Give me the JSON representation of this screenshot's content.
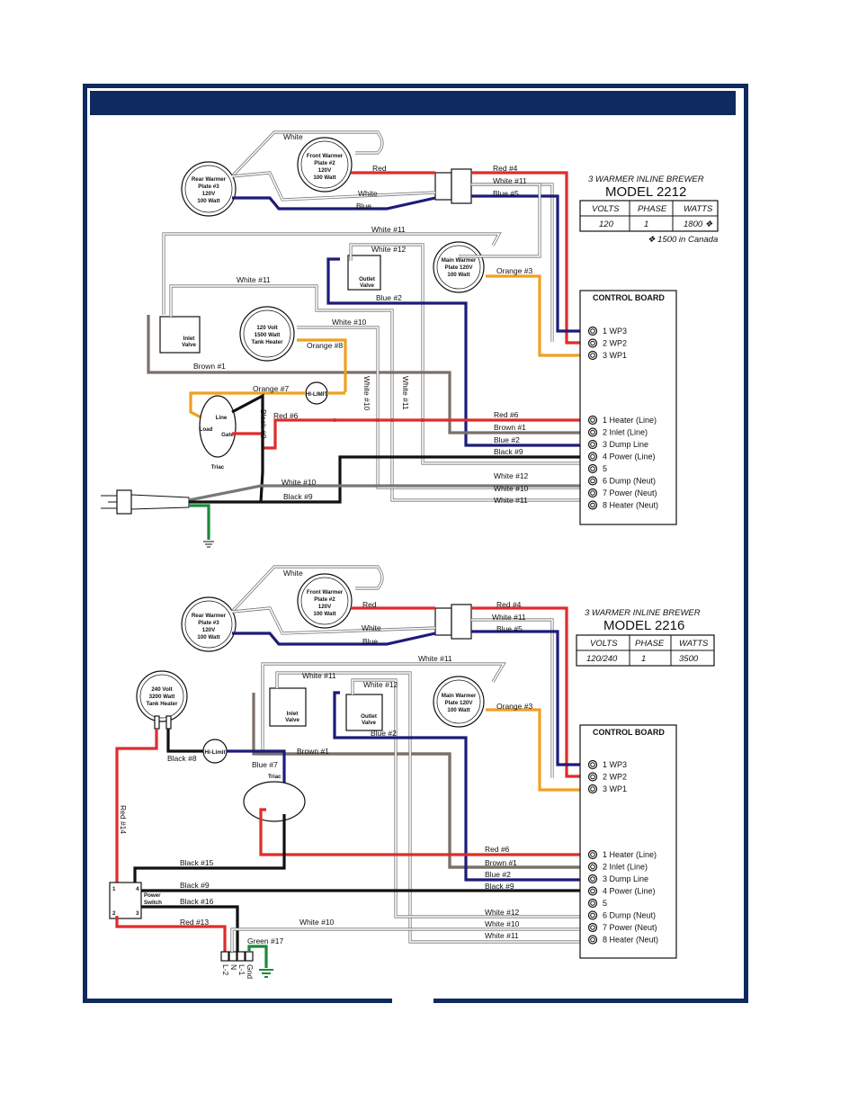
{
  "colors": {
    "frame": "#0e2a5e",
    "red": "#e02b2b",
    "blue": "#1d1b7a",
    "orange": "#f0a020",
    "brown": "#7a7069",
    "black": "#111111",
    "green": "#1a8a3a",
    "white_wire": "#888888"
  },
  "top": {
    "heading": "3 WARMER INLINE BREWER",
    "model": "MODEL 2212",
    "table": {
      "headers": [
        "VOLTS",
        "PHASE",
        "WATTS"
      ],
      "row": [
        "120",
        "1",
        "1800 ❖"
      ]
    },
    "footnote": "❖ 1500 in Canada",
    "control_board": "CONTROL BOARD",
    "terminals_top": [
      "1 WP3",
      "2 WP2",
      "3 WP1"
    ],
    "terminals_main": [
      "1 Heater (Line)",
      "2 Inlet (Line)",
      "3 Dump Line",
      "4 Power (Line)",
      "5",
      "6 Dump (Neut)",
      "7 Power (Neut)",
      "8 Heater (Neut)"
    ],
    "components": {
      "rear_warmer": [
        "Rear Warmer",
        "Plate #3",
        "120V",
        "100 Watt"
      ],
      "front_warmer": [
        "Front Warmer",
        "Plate #2",
        "120V",
        "100 Watt"
      ],
      "main_warmer": [
        "Main Warmer",
        "Plate 120V",
        "100 Watt"
      ],
      "outlet_valve": [
        "Outlet",
        "Valve"
      ],
      "inlet_valve": [
        "Inlet",
        "Valve"
      ],
      "tank_heater": [
        "120 Volt",
        "1500 Watt",
        "Tank Heater"
      ],
      "hi_limit": "HI-LIMIT",
      "triac": "Triac",
      "triac_pins": [
        "Line",
        "Load",
        "Gate"
      ]
    },
    "wires": {
      "white": "White",
      "red": "Red",
      "white2": "White",
      "blue": "Blue",
      "red4": "Red #4",
      "white11a": "White #11",
      "blue5": "Blue #5",
      "white11b": "White #11",
      "white12": "White #12",
      "orange3": "Orange #3",
      "white11c": "White #11",
      "blue2": "Blue #2",
      "white10a": "White #10",
      "orange8": "Orange #8",
      "brown1": "Brown #1",
      "orange7": "Orange #7",
      "white10v": "White #10",
      "white11v": "White #11",
      "black9v": "Black #9",
      "red6": "Red #6",
      "red6b": "Red #6",
      "brown1b": "Brown #1",
      "blue2b": "Blue #2",
      "black9b": "Black #9",
      "white12b": "White #12",
      "white10b": "White #10",
      "white11d": "White #11",
      "white10c": "White #10",
      "black9c": "Black #9"
    }
  },
  "bottom": {
    "heading": "3 WARMER INLINE BREWER",
    "model": "MODEL 2216",
    "table": {
      "headers": [
        "VOLTS",
        "PHASE",
        "WATTS"
      ],
      "row": [
        "120/240",
        "1",
        "3500"
      ]
    },
    "control_board": "CONTROL BOARD",
    "terminals_top": [
      "1 WP3",
      "2 WP2",
      "3 WP1"
    ],
    "terminals_main": [
      "1 Heater (Line)",
      "2 Inlet (Line)",
      "3 Dump Line",
      "4 Power (Line)",
      "5",
      "6 Dump (Neut)",
      "7 Power (Neut)",
      "8 Heater (Neut)"
    ],
    "components": {
      "rear_warmer": [
        "Rear Warmer",
        "Plate #3",
        "120V",
        "100 Watt"
      ],
      "front_warmer": [
        "Front Warmer",
        "Plate #2",
        "120V",
        "100 Watt"
      ],
      "main_warmer": [
        "Main Warmer",
        "Plate 120V",
        "100 Watt"
      ],
      "outlet_valve": [
        "Outlet",
        "Valve"
      ],
      "inlet_valve": [
        "Inlet",
        "Valve"
      ],
      "tank_heater": [
        "240 Volt",
        "3200 Watt",
        "Tank Heater"
      ],
      "hi_limit": "Hi-Limit",
      "triac": "Triac",
      "power_switch": [
        "Power",
        "Switch"
      ],
      "switch_pins": [
        "1",
        "4",
        "2",
        "3"
      ],
      "terminal_block": [
        "L-2",
        "N",
        "L-1",
        "Gnd"
      ]
    },
    "wires": {
      "white": "White",
      "red": "Red",
      "white2": "White",
      "blue": "Blue",
      "red4": "Red #4",
      "white11a": "White #11",
      "blue5": "Blue #5",
      "white11b": "White #11",
      "white11c": "White #11",
      "white12": "White #12",
      "orange3": "Orange #3",
      "blue2": "Blue #2",
      "brown1": "Brown #1",
      "black8": "Black #8",
      "blue7": "Blue #7",
      "red14": "Red #14",
      "black15": "Black #15",
      "black9": "Black #9",
      "black16": "Black #16",
      "red13": "Red #13",
      "white10": "White #10",
      "green17": "Green #17",
      "red6": "Red #6",
      "brown1b": "Brown #1",
      "blue2b": "Blue #2",
      "black9b": "Black #9",
      "white12b": "White #12",
      "white10b": "White #10",
      "white11d": "White #11"
    }
  }
}
